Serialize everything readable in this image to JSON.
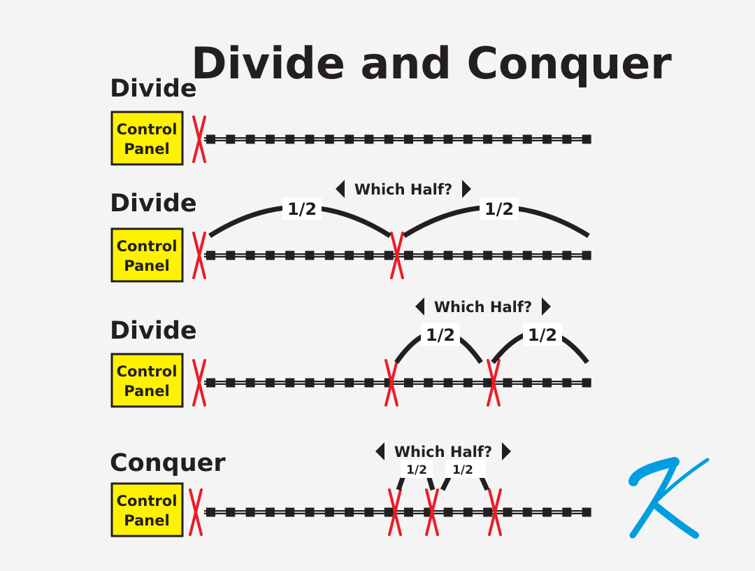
{
  "title": "Divide and Conquer",
  "colors": {
    "panel": "#fff200",
    "ink": "#231f20",
    "cut": "#ed1c24",
    "logo": "#009ee0"
  },
  "rows": [
    {
      "label": "Divide",
      "panel_line1": "Control",
      "panel_line2": "Panel"
    },
    {
      "label": "Divide",
      "panel_line1": "Control",
      "panel_line2": "Panel",
      "question": "Which Half?",
      "halves": [
        "1/2",
        "1/2"
      ]
    },
    {
      "label": "Divide",
      "panel_line1": "Control",
      "panel_line2": "Panel",
      "question": "Which Half?",
      "halves": [
        "1/2",
        "1/2"
      ]
    },
    {
      "label": "Conquer",
      "panel_line1": "Control",
      "panel_line2": "Panel",
      "question": "Which Half?",
      "halves": [
        "1/2",
        "1/2"
      ]
    }
  ],
  "logo": "K"
}
